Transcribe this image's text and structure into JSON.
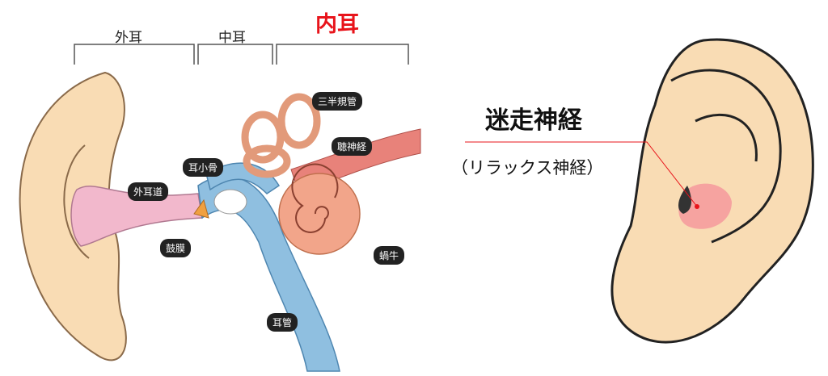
{
  "sections": {
    "outer": "外耳",
    "middle": "中耳",
    "inner": "内耳"
  },
  "labels": {
    "semicircular": "三半規管",
    "auditory_nerve": "聴神経",
    "ossicles": "耳小骨",
    "ear_canal": "外耳道",
    "eardrum": "鼓膜",
    "cochlea": "蝸牛",
    "eustachian": "耳管"
  },
  "vagus": {
    "title": "迷走神経",
    "subtitle": "（リラックス神経）"
  },
  "colors": {
    "inner_ear_label": "#e8141b",
    "skin": "#f9dcb4",
    "bone": "#f2a58a",
    "tube": "#8fbfe0",
    "canal": "#f2b8cc",
    "vagus_area": "#f6a3a0",
    "pointer": "#e8141b"
  }
}
